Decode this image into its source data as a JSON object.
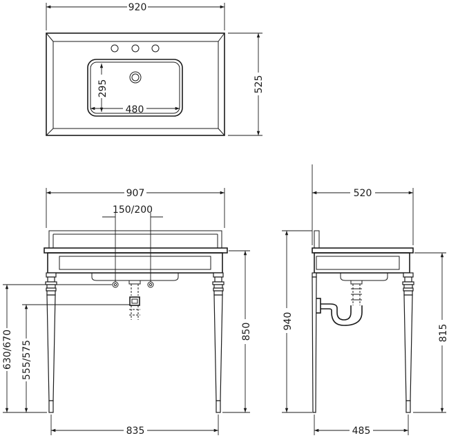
{
  "top_view": {
    "width_label": "920",
    "depth_label": "525",
    "basin_width_label": "480",
    "basin_depth_label": "295"
  },
  "front_view": {
    "top_width_label": "907",
    "tap_spacing_label": "150/200",
    "height_label": "850",
    "outlet_height_label": "630/670",
    "waste_height_label": "555/575",
    "leg_span_label": "835"
  },
  "side_view": {
    "top_depth_label": "520",
    "overall_height_label": "940",
    "top_height_label": "815",
    "leg_depth_label": "485"
  },
  "colors": {
    "line": "#1a1a1a",
    "background": "#ffffff"
  }
}
